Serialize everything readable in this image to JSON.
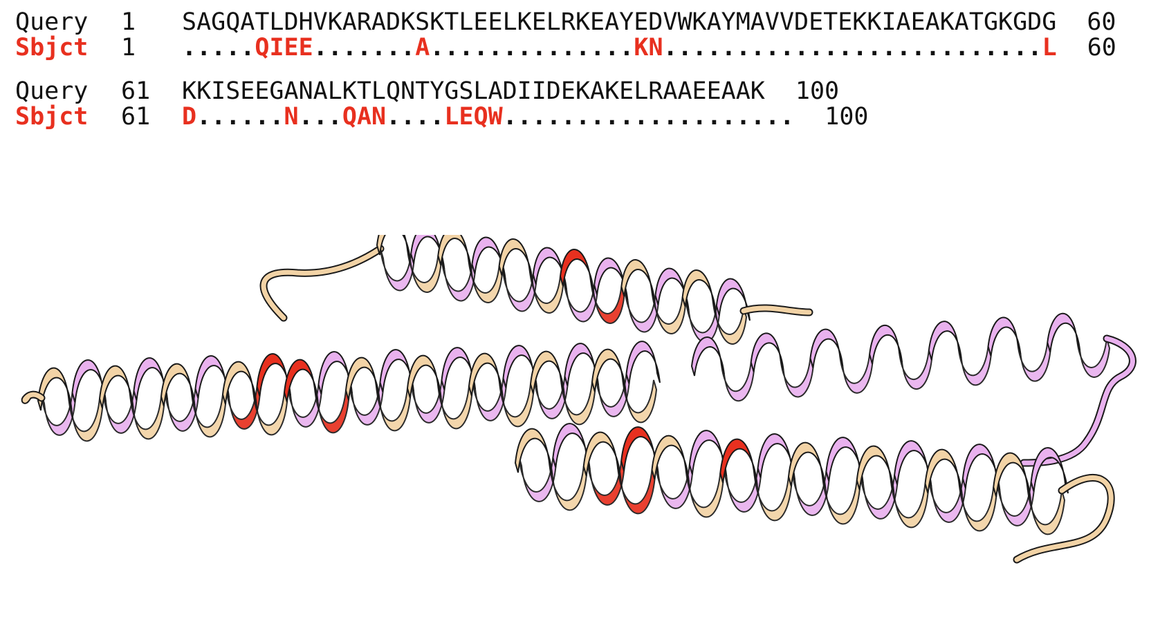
{
  "alignment": {
    "blocks": [
      {
        "query": {
          "label": "Query",
          "start": "1",
          "seq": "SAGQATLDHVKARADKSKTLEELKELRKEAYEDVWKAYMAVVDETEKKIAEAKATGKGDG",
          "end": "60"
        },
        "sbjct": {
          "label": "Sbjct",
          "start": "1",
          "seq": ".....QIEE.......A..............KN..........................L",
          "end": "60"
        }
      },
      {
        "query": {
          "label": "Query",
          "start": "61",
          "seq": "KKISEEGANALKTLQNTYGSLADIIDEKAKELRAAEEAAK",
          "end": "100"
        },
        "sbjct": {
          "label": "Sbjct",
          "start": "61",
          "seq": "D......N...QAN....LEQW....................",
          "end": "100"
        }
      }
    ]
  },
  "colors": {
    "query_text": "#111111",
    "sbjct_text": "#e8301f",
    "model_a": "#f2d3a6",
    "model_b": "#e9b1ee",
    "mismatch": "#e8301f",
    "outline": "#1a1a1a"
  },
  "structure": {
    "style": "ribbon-cartoon",
    "models": [
      "tan",
      "pink"
    ]
  }
}
